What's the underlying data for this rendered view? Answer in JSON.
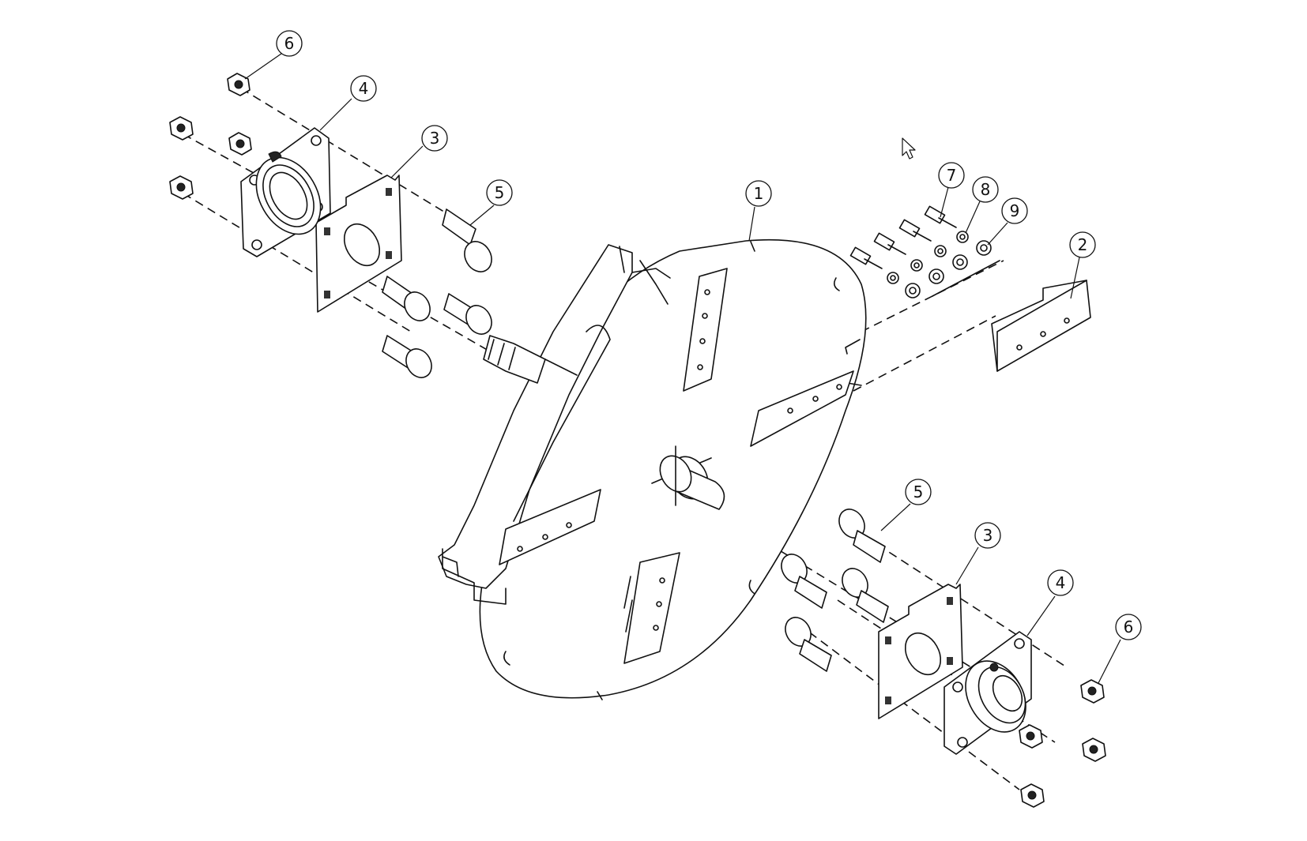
{
  "balloons": [
    {
      "id": "b-6-top",
      "text": "6"
    },
    {
      "id": "b-4-top",
      "text": "4"
    },
    {
      "id": "b-3-top",
      "text": "3"
    },
    {
      "id": "b-5-top",
      "text": "5"
    },
    {
      "id": "b-1",
      "text": "1"
    },
    {
      "id": "b-7",
      "text": "7"
    },
    {
      "id": "b-8",
      "text": "8"
    },
    {
      "id": "b-9",
      "text": "9"
    },
    {
      "id": "b-2",
      "text": "2"
    },
    {
      "id": "b-5-bottom",
      "text": "5"
    },
    {
      "id": "b-3-bottom",
      "text": "3"
    },
    {
      "id": "b-4-bottom",
      "text": "4"
    },
    {
      "id": "b-6-bottom",
      "text": "6"
    }
  ],
  "icons": {
    "cursor": "mouse-pointer-icon"
  }
}
